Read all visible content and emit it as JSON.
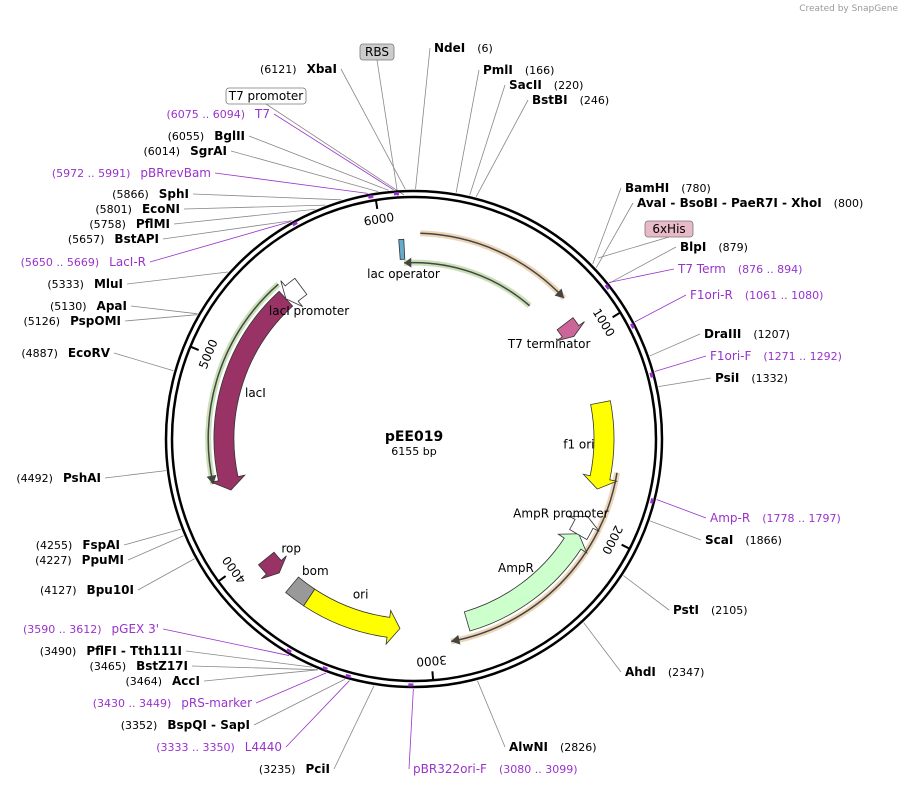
{
  "credit": "Created by SnapGene",
  "plasmid": {
    "name": "pEE019",
    "size_label": "6155 bp",
    "length": 6155
  },
  "ticks": [
    {
      "pos": 1000,
      "label": "1000"
    },
    {
      "pos": 2000,
      "label": "2000"
    },
    {
      "pos": 3000,
      "label": "3000"
    },
    {
      "pos": 4000,
      "label": "4000"
    },
    {
      "pos": 5000,
      "label": "5000"
    },
    {
      "pos": 6000,
      "label": "6000"
    }
  ],
  "features": [
    {
      "name": "lacI",
      "start": 4350,
      "end": 5430,
      "dir": -1,
      "color": "#993366",
      "label": "lacI"
    },
    {
      "name": "lacI promoter",
      "start": 5430,
      "end": 5530,
      "dir": -1,
      "color": "#ffffff",
      "label": "lacI promoter"
    },
    {
      "name": "AmpR",
      "start": 2050,
      "end": 2800,
      "dir": -1,
      "color": "#ccffcc",
      "label": "AmpR"
    },
    {
      "name": "AmpR promoter",
      "start": 1950,
      "end": 2055,
      "dir": -1,
      "color": "#ffffff",
      "label": "AmpR promoter"
    },
    {
      "name": "f1 ori",
      "start": 1350,
      "end": 1800,
      "dir": 1,
      "color": "#ffff00",
      "label": "f1 ori"
    },
    {
      "name": "ori",
      "start": 3150,
      "end": 3650,
      "dir": -1,
      "color": "#ffff00",
      "label": "ori"
    },
    {
      "name": "rop",
      "start": 3850,
      "end": 3950,
      "dir": -1,
      "color": "#993366",
      "label": "rop"
    },
    {
      "name": "bom",
      "start": 3650,
      "end": 3760,
      "dir": 0,
      "color": "#999999",
      "label": "bom"
    },
    {
      "name": "T7 terminator",
      "start": 900,
      "end": 980,
      "dir": 1,
      "color": "#cc6699",
      "label": "T7 terminator"
    },
    {
      "name": "lac operator",
      "start": 6080,
      "end": 6105,
      "dir": 0,
      "color": "#66aacc",
      "label": "lac operator"
    }
  ],
  "arcs": [
    {
      "name": "orf-green-top",
      "start": 6100,
      "end": 700,
      "dir": -1,
      "color": "#66aa33",
      "r": 0.72
    },
    {
      "name": "orf-orange-top",
      "start": 30,
      "end": 800,
      "dir": 1,
      "color": "#cc8833",
      "r": 0.84
    },
    {
      "name": "orf-green-left",
      "start": 4400,
      "end": 5450,
      "dir": -1,
      "color": "#66aa33",
      "r": 0.84
    },
    {
      "name": "orf-orange-right",
      "start": 1700,
      "end": 2900,
      "dir": 1,
      "color": "#cc8833",
      "r": 0.84
    }
  ],
  "boxed_labels": [
    {
      "text": "RBS",
      "style": "grey"
    },
    {
      "text": "T7 promoter",
      "style": "white"
    },
    {
      "text": "6xHis",
      "style": "pink"
    }
  ],
  "sites": [
    {
      "side": "R",
      "name": "NdeI",
      "coord": "(6)",
      "primer": false
    },
    {
      "side": "R",
      "name": "PmlI",
      "coord": "(166)",
      "primer": false
    },
    {
      "side": "R",
      "name": "SacII",
      "coord": "(220)",
      "primer": false
    },
    {
      "side": "R",
      "name": "BstBI",
      "coord": "(246)",
      "primer": false
    },
    {
      "side": "R",
      "name": "BamHI",
      "coord": "(780)",
      "primer": false
    },
    {
      "side": "R",
      "name": "AvaI - BsoBI - PaeR7I - XhoI",
      "coord": "(800)",
      "primer": false
    },
    {
      "side": "R",
      "name": "BlpI",
      "coord": "(879)",
      "primer": false
    },
    {
      "side": "R",
      "name": "T7 Term",
      "coord": "(876 .. 894)",
      "primer": true
    },
    {
      "side": "R",
      "name": "F1ori-R",
      "coord": "(1061 .. 1080)",
      "primer": true
    },
    {
      "side": "R",
      "name": "DraIII",
      "coord": "(1207)",
      "primer": false
    },
    {
      "side": "R",
      "name": "F1ori-F",
      "coord": "(1271 .. 1292)",
      "primer": true
    },
    {
      "side": "R",
      "name": "PsiI",
      "coord": "(1332)",
      "primer": false
    },
    {
      "side": "R",
      "name": "Amp-R",
      "coord": "(1778 .. 1797)",
      "primer": true
    },
    {
      "side": "R",
      "name": "ScaI",
      "coord": "(1866)",
      "primer": false
    },
    {
      "side": "R",
      "name": "PstI",
      "coord": "(2105)",
      "primer": false
    },
    {
      "side": "R",
      "name": "AhdI",
      "coord": "(2347)",
      "primer": false
    },
    {
      "side": "R",
      "name": "AlwNI",
      "coord": "(2826)",
      "primer": false
    },
    {
      "side": "R",
      "name": "pBR322ori-F",
      "coord": "(3080 .. 3099)",
      "primer": true
    },
    {
      "side": "L",
      "name": "PciI",
      "coord": "(3235)",
      "primer": false
    },
    {
      "side": "L",
      "name": "L4440",
      "coord": "(3333 .. 3350)",
      "primer": true
    },
    {
      "side": "L",
      "name": "BspQI - SapI",
      "coord": "(3352)",
      "primer": false
    },
    {
      "side": "L",
      "name": "pRS-marker",
      "coord": "(3430 .. 3449)",
      "primer": true
    },
    {
      "side": "L",
      "name": "AccI",
      "coord": "(3464)",
      "primer": false
    },
    {
      "side": "L",
      "name": "BstZ17I",
      "coord": "(3465)",
      "primer": false
    },
    {
      "side": "L",
      "name": "PflFI - Tth111I",
      "coord": "(3490)",
      "primer": false
    },
    {
      "side": "L",
      "name": "pGEX 3'",
      "coord": "(3590 .. 3612)",
      "primer": true
    },
    {
      "side": "L",
      "name": "Bpu10I",
      "coord": "(4127)",
      "primer": false
    },
    {
      "side": "L",
      "name": "PpuMI",
      "coord": "(4227)",
      "primer": false
    },
    {
      "side": "L",
      "name": "FspAI",
      "coord": "(4255)",
      "primer": false
    },
    {
      "side": "L",
      "name": "PshAI",
      "coord": "(4492)",
      "primer": false
    },
    {
      "side": "L",
      "name": "EcoRV",
      "coord": "(4887)",
      "primer": false
    },
    {
      "side": "L",
      "name": "PspOMI",
      "coord": "(5126)",
      "primer": false
    },
    {
      "side": "L",
      "name": "ApaI",
      "coord": "(5130)",
      "primer": false
    },
    {
      "side": "L",
      "name": "MluI",
      "coord": "(5333)",
      "primer": false
    },
    {
      "side": "L",
      "name": "LacI-R",
      "coord": "(5650 .. 5669)",
      "primer": true
    },
    {
      "side": "L",
      "name": "BstAPI",
      "coord": "(5657)",
      "primer": false
    },
    {
      "side": "L",
      "name": "PflMI",
      "coord": "(5758)",
      "primer": false
    },
    {
      "side": "L",
      "name": "EcoNI",
      "coord": "(5801)",
      "primer": false
    },
    {
      "side": "L",
      "name": "SphI",
      "coord": "(5866)",
      "primer": false
    },
    {
      "side": "L",
      "name": "pBRrevBam",
      "coord": "(5972 .. 5991)",
      "primer": true
    },
    {
      "side": "L",
      "name": "SgrAI",
      "coord": "(6014)",
      "primer": false
    },
    {
      "side": "L",
      "name": "BglII",
      "coord": "(6055)",
      "primer": false
    },
    {
      "side": "L",
      "name": "T7",
      "coord": "(6075 .. 6094)",
      "primer": true
    },
    {
      "side": "L",
      "name": "XbaI",
      "coord": "(6121)",
      "primer": false
    }
  ]
}
